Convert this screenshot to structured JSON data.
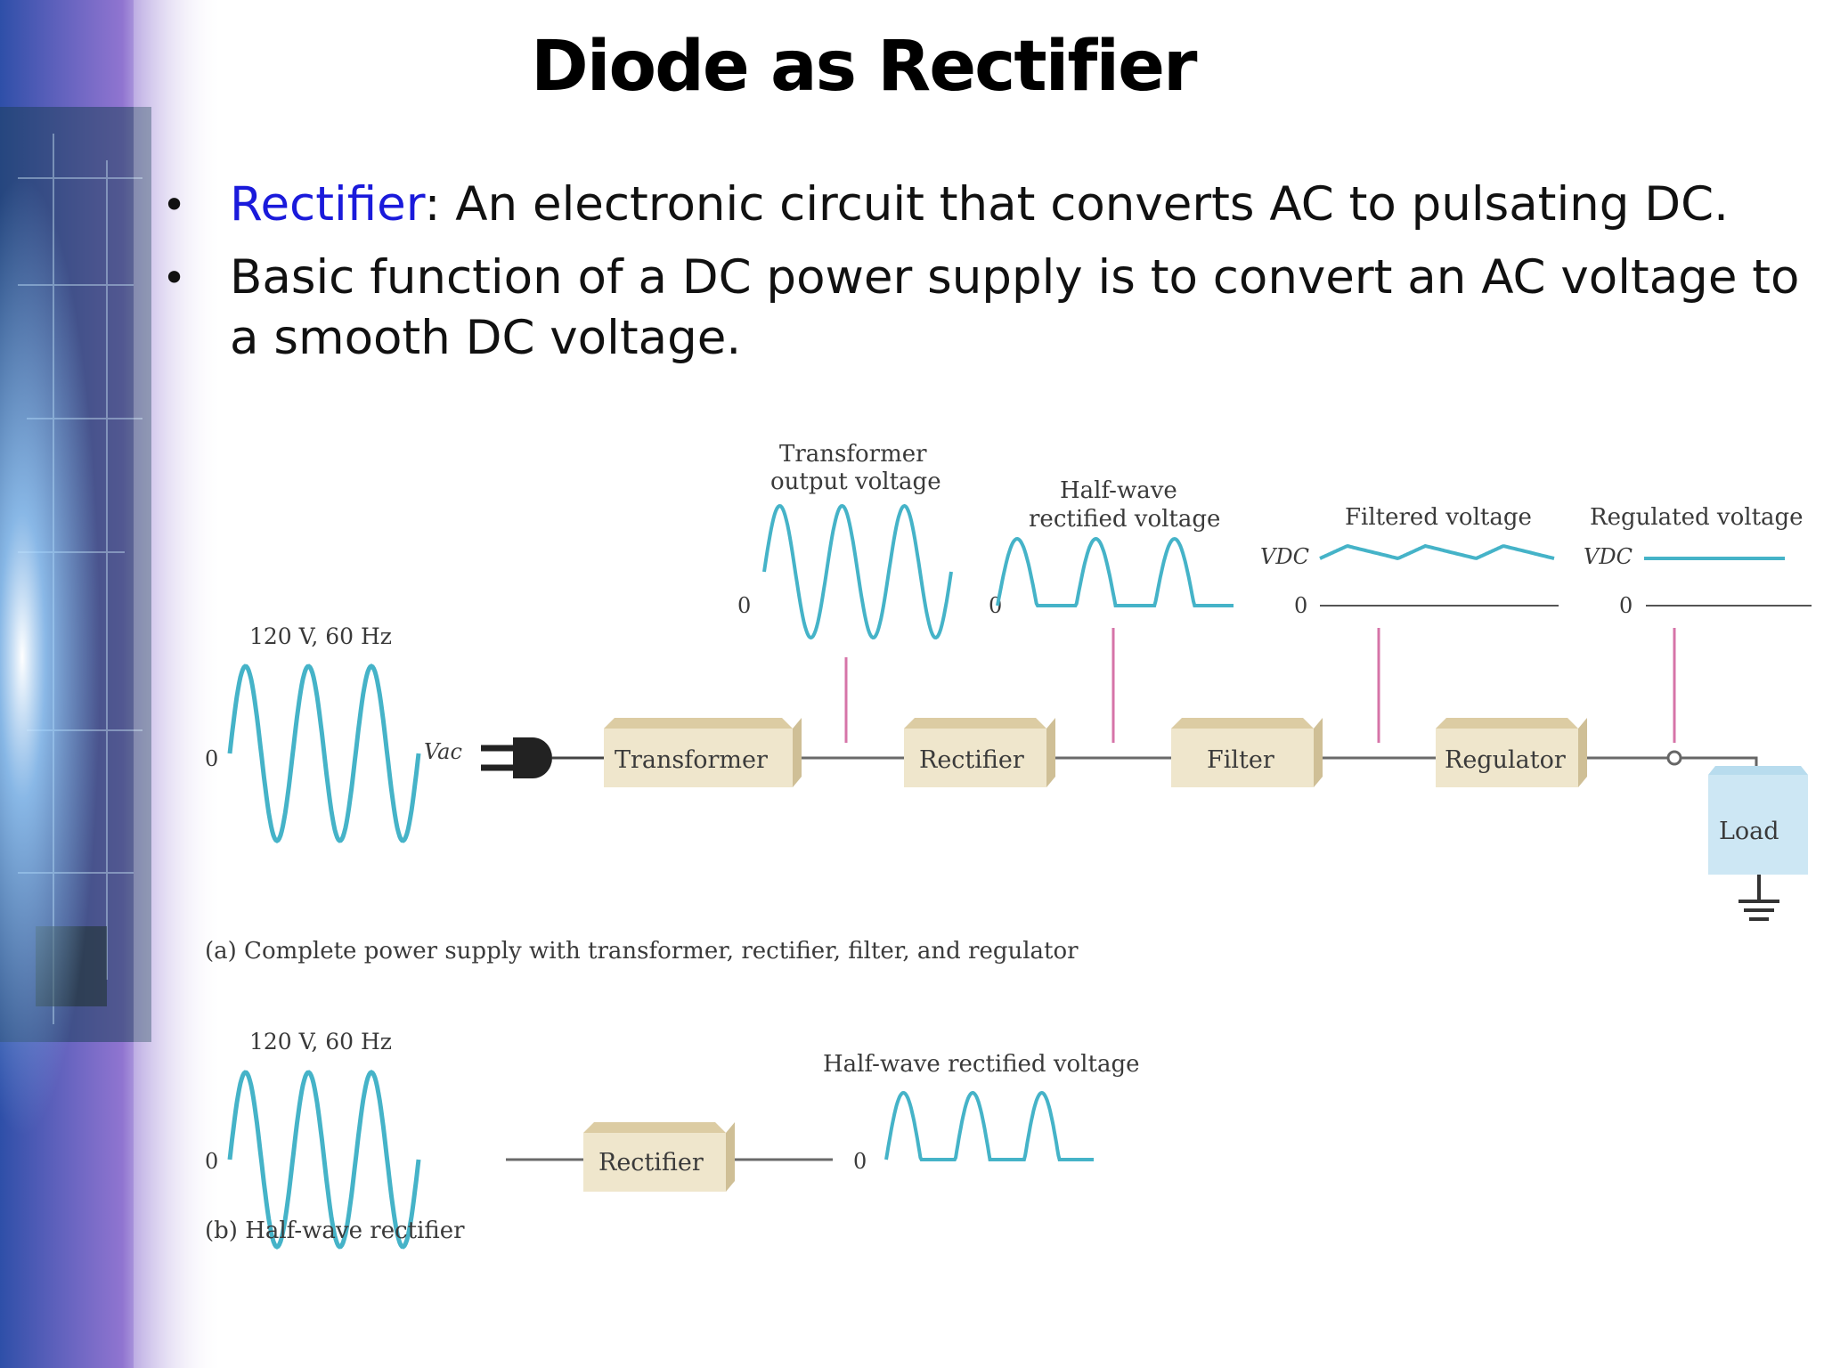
{
  "slide": {
    "title": "Diode as Rectifier",
    "bullet1_term": "Rectifier",
    "bullet1_rest": ": An electronic circuit that converts AC to pulsating DC.",
    "bullet2": "Basic function of a DC power supply is to convert an AC voltage to a smooth DC voltage."
  },
  "colors": {
    "accent": "#1a1adb",
    "waveform": "#45b3c8",
    "stage_box": "#efe6cc",
    "load_box": "#cde7f4",
    "tap_line": "#d674a8"
  },
  "diagram_a": {
    "source_label": "120 V, 60 Hz",
    "vac_label": "Vac",
    "zero": "0",
    "blocks": {
      "transformer": "Transformer",
      "rectifier": "Rectifier",
      "filter": "Filter",
      "regulator": "Regulator",
      "load": "Load"
    },
    "outputs": {
      "transformer_line1": "Transformer",
      "transformer_line2": "output voltage",
      "halfwave_line1": "Half-wave",
      "halfwave_line2": "rectified voltage",
      "filtered": "Filtered voltage",
      "regulated": "Regulated voltage",
      "vdc": "VDC"
    },
    "caption": "(a) Complete power supply with transformer, rectifier, filter, and regulator"
  },
  "diagram_b": {
    "source_label": "120 V, 60 Hz",
    "zero": "0",
    "block": "Rectifier",
    "output_label": "Half-wave rectified voltage",
    "caption": "(b) Half-wave rectifier"
  }
}
